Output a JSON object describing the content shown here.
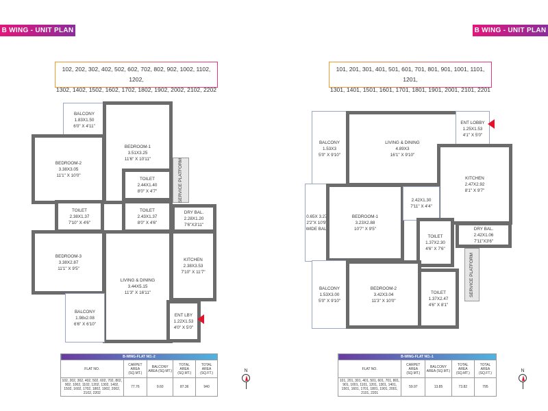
{
  "header": {
    "left_tag": "B WING - UNIT PLAN",
    "right_tag": "B WING - UNIT PLAN"
  },
  "left_plan": {
    "units_line1": "102, 202, 302, 402, 502, 602, 702, 802, 902, 1002, 1102, 1202,",
    "units_line2": "1302, 1402, 1502, 1602, 1702, 1802, 1902, 2002, 2102, 2202",
    "rooms": [
      {
        "name": "BALCONY",
        "metric": "1.83X1.50",
        "imperial": "6'0\" X 4'11\""
      },
      {
        "name": "BEDROOM-1",
        "metric": "3.51X3.25",
        "imperial": "11'6\" X 10'11\""
      },
      {
        "name": "BEDROOM-2",
        "metric": "3.38X3.05",
        "imperial": "11'1\" X 10'0\""
      },
      {
        "name": "TOILET",
        "metric": "2.44X1.40",
        "imperial": "8'0\" X 4'7\""
      },
      {
        "name": "TOILET",
        "metric": "2.38X1.37",
        "imperial": "7'10\" X 4'6\""
      },
      {
        "name": "TOILET",
        "metric": "2.43X1.37",
        "imperial": "8'0\" X 4'6\""
      },
      {
        "name": "DRY BAL.",
        "metric": "2.28X1.20",
        "imperial": "7'6\"X3'11\""
      },
      {
        "name": "BEDROOM-3",
        "metric": "3.38X2.87",
        "imperial": "11'1\" X 9'5\""
      },
      {
        "name": "LIVING & DINING",
        "metric": "3.44X5.15",
        "imperial": "11'3\" X 16'11\""
      },
      {
        "name": "KITCHEN",
        "metric": "2.38X3.53",
        "imperial": "7'10\" X 11'7\""
      },
      {
        "name": "BALCONY",
        "metric": "1.98x2.08",
        "imperial": "6'6\" X 6'10\""
      },
      {
        "name": "ENT LBY",
        "metric": "1.22X1.53",
        "imperial": "4'0\" X 5'0\""
      }
    ],
    "service_platform": "SERVICE PLATFORM",
    "table": {
      "title": "B-WING-FLAT NO.-2",
      "headers": [
        "FLAT NO.",
        "CARPET AREA (SQ.MT.)",
        "BALCONY AREA (SQ.MT.)",
        "TOTAL AREA (SQ.MT.)",
        "TOTAL AREA (SQ.FT.)"
      ],
      "row": [
        "102, 202, 302, 402, 502, 602, 702, 802, 902, 1002, 1102, 1202, 1302, 1402, 1502, 1602, 1702, 1802, 1902, 2002, 2102, 2202",
        "77.76",
        "9.60",
        "87.36",
        "940"
      ]
    }
  },
  "right_plan": {
    "units_line1": "101, 201, 301, 401, 501, 601, 701, 801, 901, 1001, 1101, 1201,",
    "units_line2": "1301, 1401, 1501, 1601, 1701, 1801, 1901, 2001, 2101, 2201",
    "rooms": [
      {
        "name": "BALCONY",
        "metric": "1.53X3",
        "imperial": "5'0\" X 9'10\""
      },
      {
        "name": "0.65X 3.27",
        "metric": "2'2\"X 10'9\"",
        "imperial": "WIDE BAL."
      },
      {
        "name": "LIVING & DINING",
        "metric": "4.89X3",
        "imperial": "16'1\" X 9'10\""
      },
      {
        "name": "ENT LOBBY",
        "metric": "1.25X1.53",
        "imperial": "4'1\" X 5'0\""
      },
      {
        "name": "KITCHEN",
        "metric": "2.47X2.92",
        "imperial": "8'1\" X 9'7\""
      },
      {
        "name": "BEDROOM-1",
        "metric": "3.23X2.88",
        "imperial": "10'7\" X 9'5\""
      },
      {
        "name": "",
        "metric": "2.42X1.30",
        "imperial": "7'11\" X 4'4\""
      },
      {
        "name": "TOILET",
        "metric": "1.37X2.30",
        "imperial": "4'6\" X 7'6\""
      },
      {
        "name": "DRY BAL.",
        "metric": "2.42X1.06",
        "imperial": "7'11\"X3'6\""
      },
      {
        "name": "BALCONY",
        "metric": "1.53X3.00",
        "imperial": "5'0\" X 9'10\""
      },
      {
        "name": "BEDROOM-2",
        "metric": "3.42X3.04",
        "imperial": "11'3\" X 10'0\""
      },
      {
        "name": "TOILET",
        "metric": "1.37X2.47",
        "imperial": "4'6\" X 8'1\""
      }
    ],
    "service_platform": "SERVICE PLATFORM",
    "table": {
      "title": "B-WING-FLAT NO.-1",
      "headers": [
        "FLAT NO.",
        "CARPET AREA (SQ.MT.)",
        "BALCONY AREA (SQ.MT.)",
        "TOTAL AREA (SQ.MT.)",
        "TOTAL AREA (SQ.FT.)"
      ],
      "row": [
        "101, 201, 301, 401, 501, 601, 701, 801, 901, 1001, 1101, 1201, 1301, 1401, 1501, 1601, 1701, 1801, 1901, 2001, 2101, 2201",
        "59.97",
        "13.85",
        "73.82",
        "795"
      ]
    }
  },
  "north": {
    "label": "N"
  },
  "colors": {
    "tag_start": "#e5157a",
    "tag_end": "#8b2d9c",
    "entry_arrow": "#e0142c",
    "wall": "#6b6b6b"
  }
}
